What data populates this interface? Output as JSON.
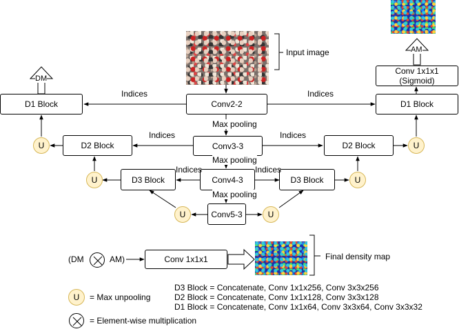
{
  "input_image_label": "Input image",
  "final_label": "Final density map",
  "boxes": {
    "conv2_2": "Conv2-2",
    "conv3_3": "Conv3-3",
    "conv4_3": "Conv4-3",
    "conv5_3": "Conv5-3",
    "d1_left": "D1 Block",
    "d1_right": "D1 Block",
    "d2_left": "D2 Block",
    "d2_right": "D2 Block",
    "d3_left": "D3 Block",
    "d3_right": "D3 Block",
    "sigmoid_line1": "Conv 1x1x1",
    "sigmoid_line2": "(Sigmoid)",
    "final_conv": "Conv 1x1x1"
  },
  "edge_labels": {
    "indices": "Indices",
    "max_pooling": "Max pooling"
  },
  "unpool_symbol": "U",
  "outputs": {
    "dm": "DM",
    "am": "AM"
  },
  "formula": {
    "open": "(DM",
    "close": "AM)"
  },
  "block_definitions": [
    "D3 Block = Concatenate, Conv 1x1x256, Conv 3x3x256",
    "D2 Block = Concatenate, Conv 1x1x128, Conv 3x3x128",
    "D1 Block = Concatenate, Conv 1x1x64, Conv 3x3x64, Conv 3x3x32"
  ],
  "legend": {
    "unpool_text": "= Max unpooling",
    "multiply_text": "= Element-wise multiplication"
  }
}
